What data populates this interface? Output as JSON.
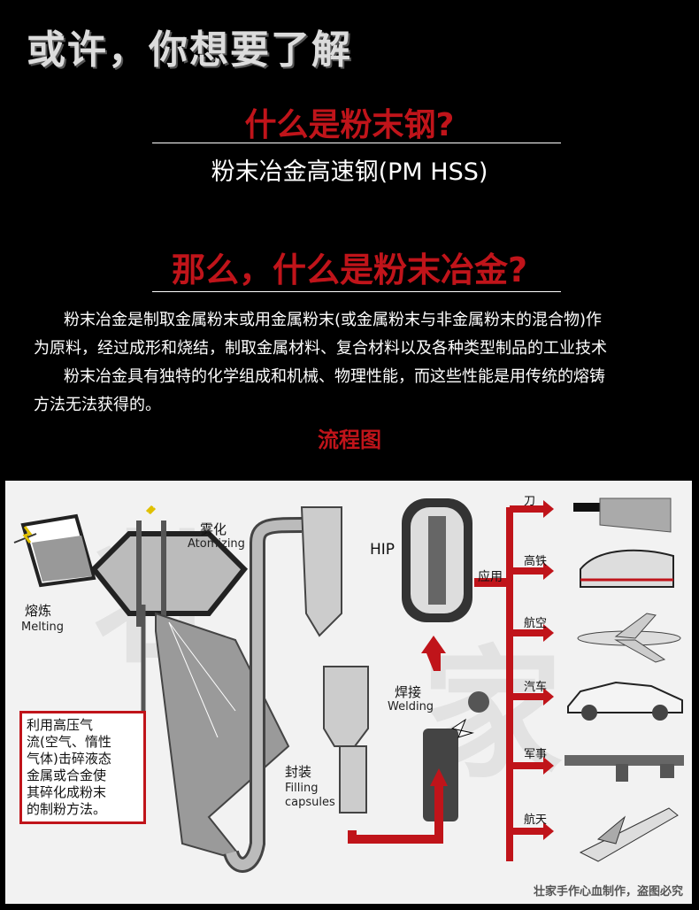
{
  "header": {
    "title": "或许，你想要了解"
  },
  "section1": {
    "question": "什么是粉末钢?",
    "answer": "粉末冶金高速钢(PM HSS)"
  },
  "section2": {
    "question": "那么，什么是粉末冶金?",
    "paragraph1_line1": "粉末冶金是制取金属粉末或用金属粉末(或金属粉末与非金属粉末的混合物)作",
    "paragraph1_line2": "为原料，经过成形和烧结，制取金属材料、复合材料以及各种类型制品的工业技术",
    "paragraph2_line1": "粉末冶金具有独特的化学组成和机械、物理性能，而这些性能是用传统的熔铸",
    "paragraph2_line2": "方法无法获得的。",
    "flow_title": "流程图"
  },
  "diagram": {
    "melting_cn": "熔炼",
    "melting_en": "Melting",
    "atomizing_cn": "雾化",
    "atomizing_en": "Atomizing",
    "filling_cn": "封装",
    "filling_en1": "Filling",
    "filling_en2": "capsules",
    "welding_cn": "焊接",
    "welding_en": "Welding",
    "hip": "HIP",
    "application": "应用",
    "note_lines": [
      "利用高压气",
      "流(空气、惰性",
      "气体)击碎液态",
      "金属或合金使",
      "其碎化成粉末",
      "的制粉方法。"
    ],
    "applications": [
      "刀",
      "高铁",
      "航空",
      "汽车",
      "军事",
      "航天"
    ],
    "watermark": "壮家",
    "footer": "壮家手作心血制作，盗图必究"
  },
  "colors": {
    "accent_red": "#c0141a",
    "background": "#000000",
    "panel": "#f2f2f2"
  }
}
